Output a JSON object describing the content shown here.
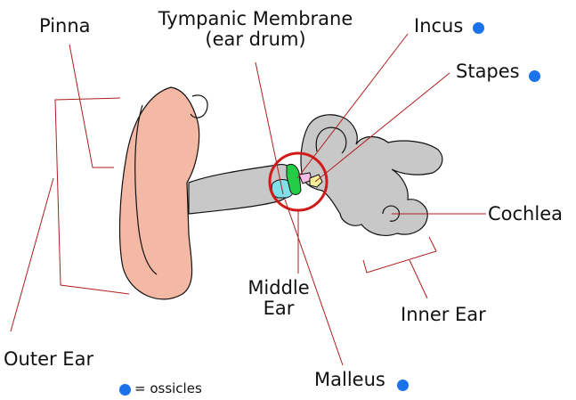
{
  "labels": {
    "pinna": "Pinna",
    "tympanic_line1": "Tympanic Membrane",
    "tympanic_line2": "(ear drum)",
    "incus": "Incus",
    "stapes": "Stapes",
    "cochlea": "Cochlea",
    "middle_ear_line1": "Middle",
    "middle_ear_line2": "Ear",
    "inner_ear": "Inner Ear",
    "outer_ear": "Outer Ear",
    "malleus": "Malleus",
    "legend_text": "= ossicles"
  },
  "colors": {
    "leader_line": "#b01e1e",
    "ossicle_dot": "#1a73e8",
    "pinna_fill": "#f4b9a4",
    "canal_fill": "#c8c8c8",
    "highlight_circle": "#d11a1a",
    "malleus_fill": "#7fe0ec",
    "incus_fill": "#22cc44",
    "stapes_fill": "#f6f098"
  },
  "icons": {
    "ossicle_marker": "blue-dot-icon"
  }
}
